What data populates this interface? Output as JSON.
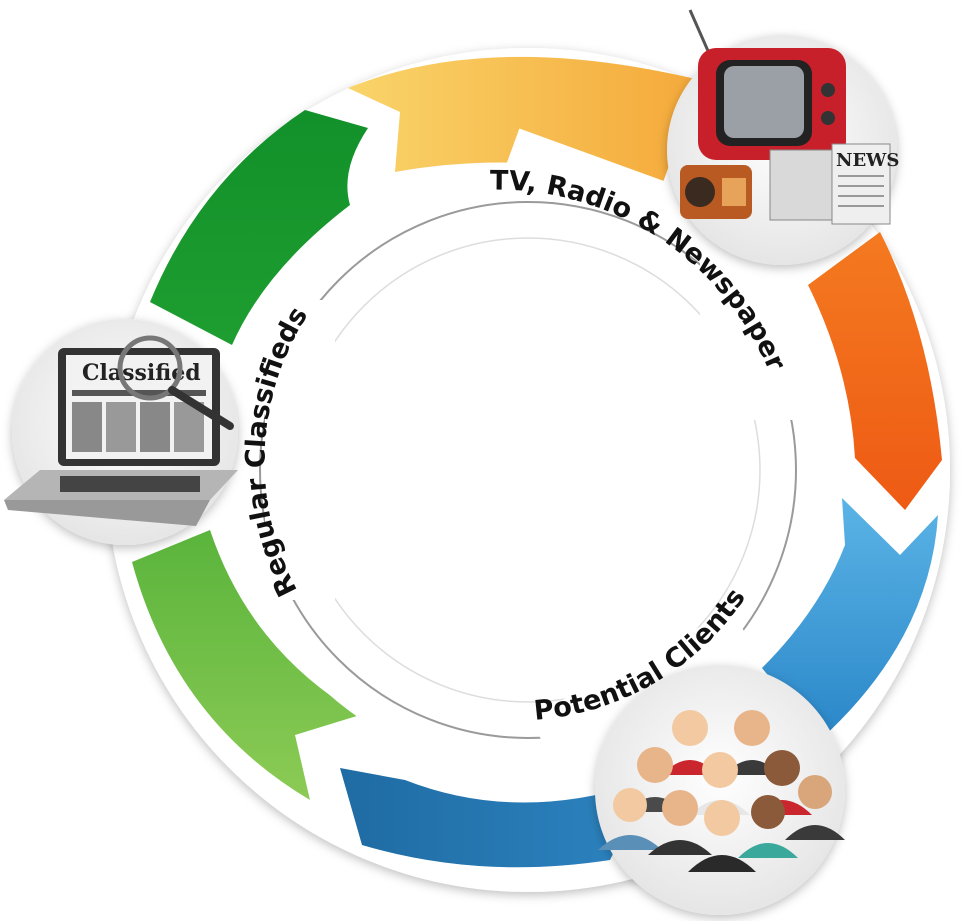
{
  "diagram": {
    "labels": {
      "media": "TV, Radio & Newspaper",
      "clients": "Potential Clients",
      "classifieds": "Regular Classifieds"
    },
    "segments": [
      {
        "id": "yellow",
        "color": "#F7C24A"
      },
      {
        "id": "orange",
        "color": "#F26B1D"
      },
      {
        "id": "light-blue",
        "color": "#3B9BD6"
      },
      {
        "id": "dark-blue",
        "color": "#1E6FA8"
      },
      {
        "id": "light-green",
        "color": "#7CC04A"
      },
      {
        "id": "dark-green",
        "color": "#1F9A2E"
      }
    ],
    "icons": {
      "newspaper_text": "NEWS",
      "laptop_text": "Classified"
    }
  }
}
